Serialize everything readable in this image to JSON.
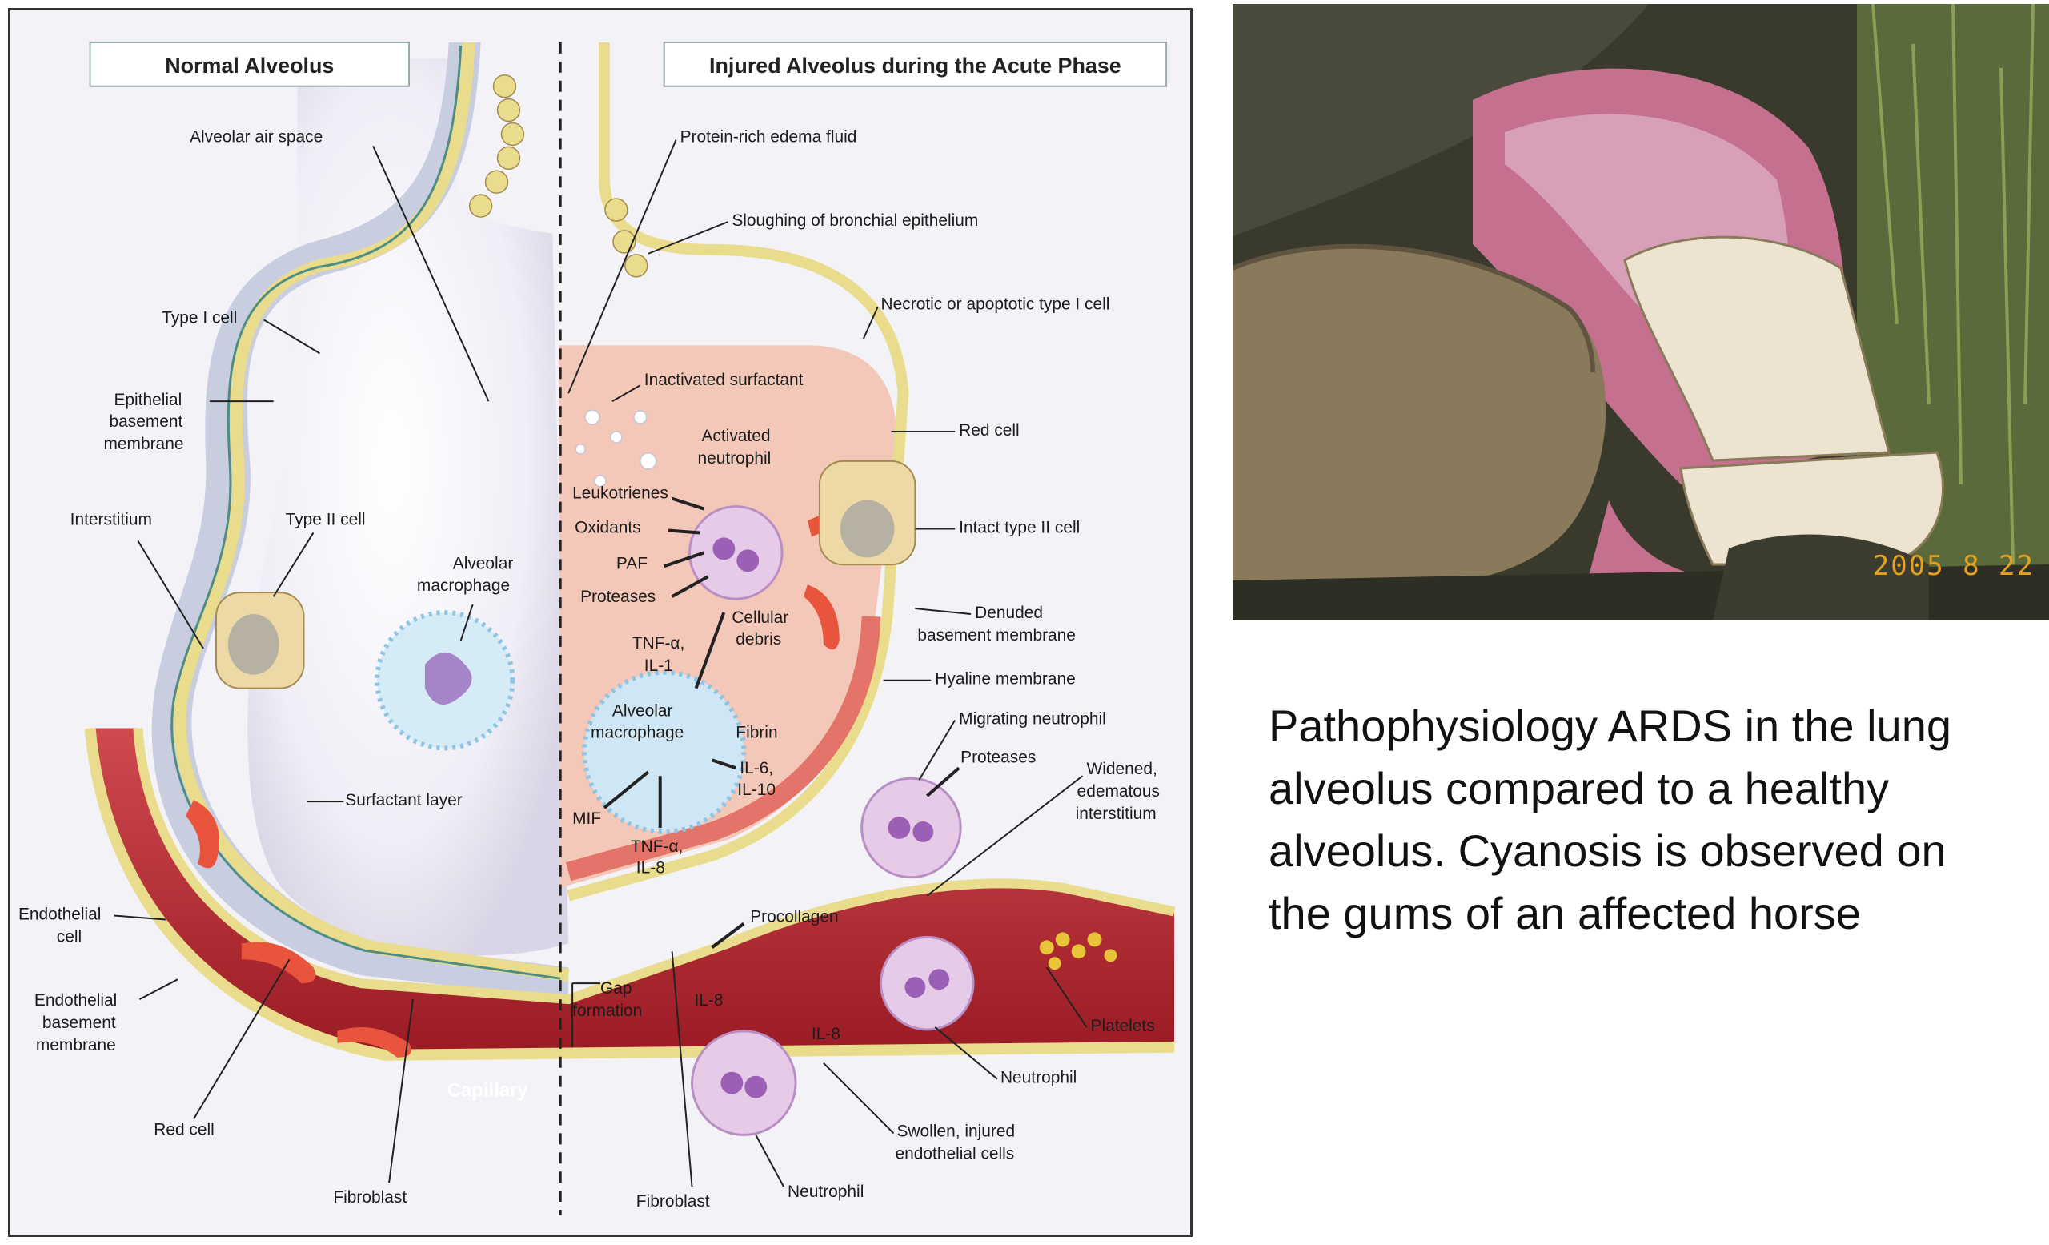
{
  "diagram": {
    "left_panel_title": "Normal Alveolus",
    "right_panel_title": "Injured Alveolus during the Acute Phase",
    "labels": {
      "alveolar_air_space": "Alveolar air space",
      "type_i_cell": "Type I cell",
      "epithelial_basement_membrane": [
        "Epithelial",
        "basement",
        "membrane"
      ],
      "interstitium": "Interstitium",
      "type_ii_cell": "Type II cell",
      "alveolar_macrophage_left": [
        "Alveolar",
        "macrophage"
      ],
      "surfactant_layer": "Surfactant layer",
      "endothelial_cell": [
        "Endothelial",
        "cell"
      ],
      "endothelial_basement_membrane": [
        "Endothelial",
        "basement",
        "membrane"
      ],
      "red_cell_left": "Red cell",
      "fibroblast_left": "Fibroblast",
      "capillary": "Capillary",
      "protein_rich_edema_fluid": "Protein-rich edema fluid",
      "sloughing_bronchial_epithelium": "Sloughing of bronchial epithelium",
      "necrotic_type_i_cell": "Necrotic or apoptotic type I cell",
      "inactivated_surfactant": "Inactivated surfactant",
      "activated_neutrophil": [
        "Activated",
        "neutrophil"
      ],
      "red_cell_right": "Red cell",
      "leukotrienes": "Leukotrienes",
      "oxidants": "Oxidants",
      "paf": "PAF",
      "proteases_left": "Proteases",
      "intact_type_ii_cell": "Intact type II cell",
      "cellular_debris": [
        "Cellular",
        "debris"
      ],
      "tnf_il1": [
        "TNF-α,",
        "IL-1"
      ],
      "denuded_basement_membrane": [
        "Denuded",
        "basement membrane"
      ],
      "hyaline_membrane": "Hyaline membrane",
      "alveolar_macrophage_right": [
        "Alveolar",
        "macrophage"
      ],
      "fibrin": "Fibrin",
      "migrating_neutrophil": "Migrating neutrophil",
      "proteases_right": "Proteases",
      "il6_il10": [
        "IL-6,",
        "IL-10"
      ],
      "widened_interstitium": [
        "Widened,",
        "edematous",
        "interstitium"
      ],
      "mif": "MIF",
      "tnf_il8": [
        "TNF-α,",
        "IL-8"
      ],
      "procollagen": "Procollagen",
      "gap_formation": [
        "Gap",
        "formation"
      ],
      "il8_a": "IL-8",
      "il8_b": "IL-8",
      "platelets": "Platelets",
      "neutrophil_right": "Neutrophil",
      "swollen_endothelial": [
        "Swollen, injured",
        "endothelial cells"
      ],
      "fibroblast_right": "Fibroblast",
      "neutrophil_bottom": "Neutrophil"
    }
  },
  "photo": {
    "date_stamp": "2005 8 22"
  },
  "caption": "Pathophysiology ARDS in the lung alveolus compared to a healthy alveolus. Cyanosis is observed on the gums of an affected horse",
  "colors": {
    "capillary": "#b8242e",
    "edema": "#f4c8b8",
    "membrane": "#eadc8c",
    "macrophage": "#a8d6ef"
  }
}
